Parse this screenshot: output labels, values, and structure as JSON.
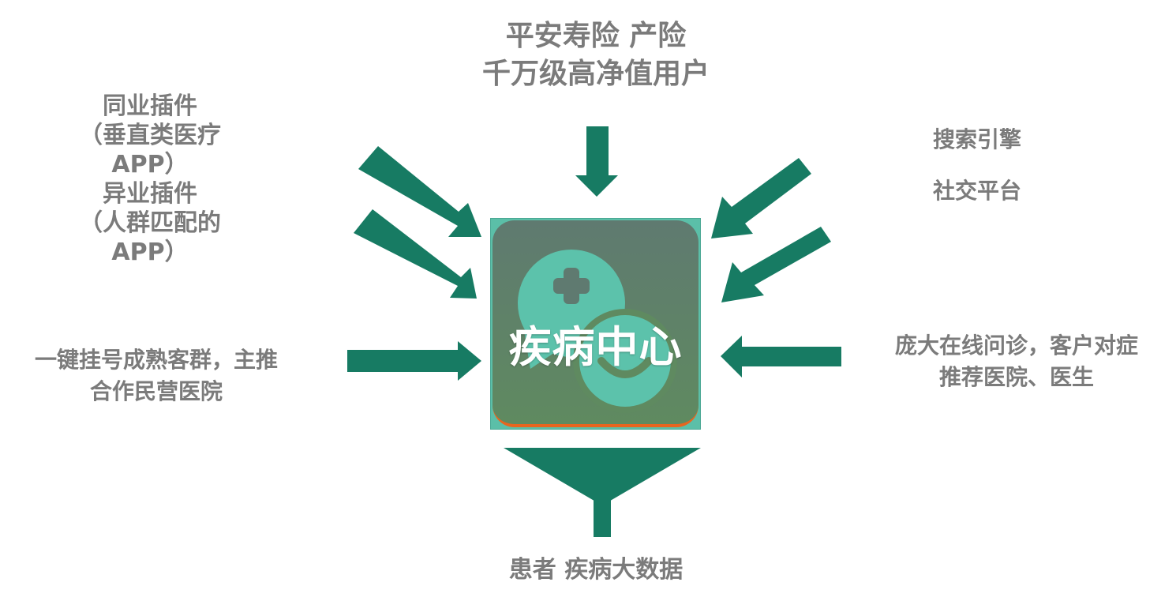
{
  "top": {
    "line1": "平安寿险 产险",
    "line2": "千万级高净值用户"
  },
  "left_top": {
    "line1": "同业插件",
    "line2": "（垂直类医疗",
    "line3": "APP）",
    "line4": "异业插件",
    "line5": "（人群匹配的",
    "line6": "APP）"
  },
  "left_bottom": {
    "line1": "一键挂号成熟客群，主推",
    "line2": "合作民营医院"
  },
  "right_top": {
    "line1": "搜索引擎",
    "line2": "社交平台"
  },
  "right_bottom": {
    "line1": "庞大在线问诊，客户对症",
    "line2": "推荐医院、医生"
  },
  "center": {
    "title": "疾病中心"
  },
  "bottom": {
    "label": "患者 疾病大数据"
  },
  "colors": {
    "arrow": "#177b63",
    "label_text": "#7b7b7b",
    "icon_teal": "#5cc2ab",
    "tile_top": "#5f7a70",
    "tile_bottom": "#5f8a60",
    "tile_edge": "#e8651f"
  },
  "icons": [
    "medical-chat-plus-icon",
    "smiley-face-icon"
  ]
}
